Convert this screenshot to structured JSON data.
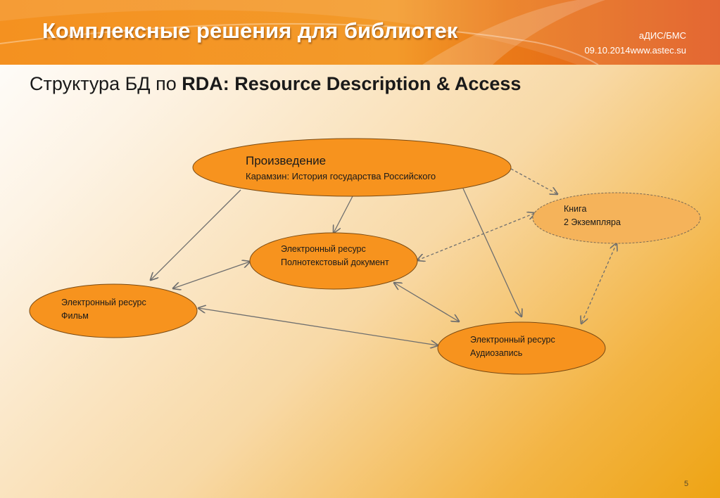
{
  "header": {
    "title": "Комплексные решения для библиотек",
    "meta_line1": "аДИС/БМС",
    "meta_line2": "09.10.2014www.astec.su"
  },
  "slide": {
    "title_prefix": "Структура БД по ",
    "title_bold": "RDA: Resource Description & Access",
    "page_number": "5"
  },
  "nodes": {
    "work": {
      "line1": "Произведение",
      "line2": "Карамзин: История государства Российского"
    },
    "book": {
      "line1": "Книга",
      "line2": "2 Экземпляра"
    },
    "e_text": {
      "line1": "Электронный ресурс",
      "line2": "Полнотекстовый документ"
    },
    "e_film": {
      "line1": "Электронный ресурс",
      "line2": "Фильм"
    },
    "e_audio": {
      "line1": "Электронный ресурс",
      "line2": "Аудиозапись"
    }
  },
  "colors": {
    "header": "#f49120",
    "node_fill": "#f7931e",
    "node_fill_light": "#f5b35a",
    "node_stroke": "#7a4a12",
    "arrow": "#6e6e6e"
  }
}
